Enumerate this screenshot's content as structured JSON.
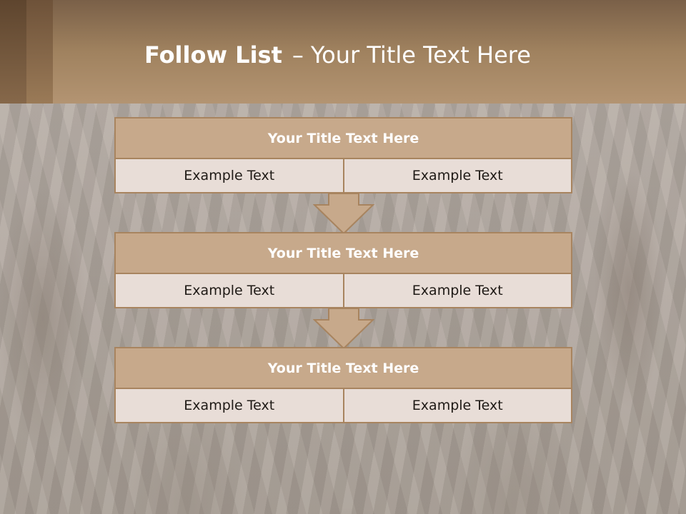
{
  "slide": {
    "title_bold": "Follow List",
    "title_dash": "–",
    "title_rest": "Your Title Text Here"
  },
  "colors": {
    "header": "#a0825f",
    "box_border": "#a8845f",
    "box_title_fill": "#c7a98b",
    "cell_fill": "#e8ddd7",
    "arrow_fill": "#c7a98b"
  },
  "blocks": [
    {
      "title": "Your Title Text Here",
      "cells": [
        "Example Text",
        "Example Text"
      ]
    },
    {
      "title": "Your Title Text Here",
      "cells": [
        "Example Text",
        "Example Text"
      ]
    },
    {
      "title": "Your Title Text Here",
      "cells": [
        "Example Text",
        "Example Text"
      ]
    }
  ],
  "connectors": [
    "down-arrow-icon",
    "down-arrow-icon"
  ]
}
